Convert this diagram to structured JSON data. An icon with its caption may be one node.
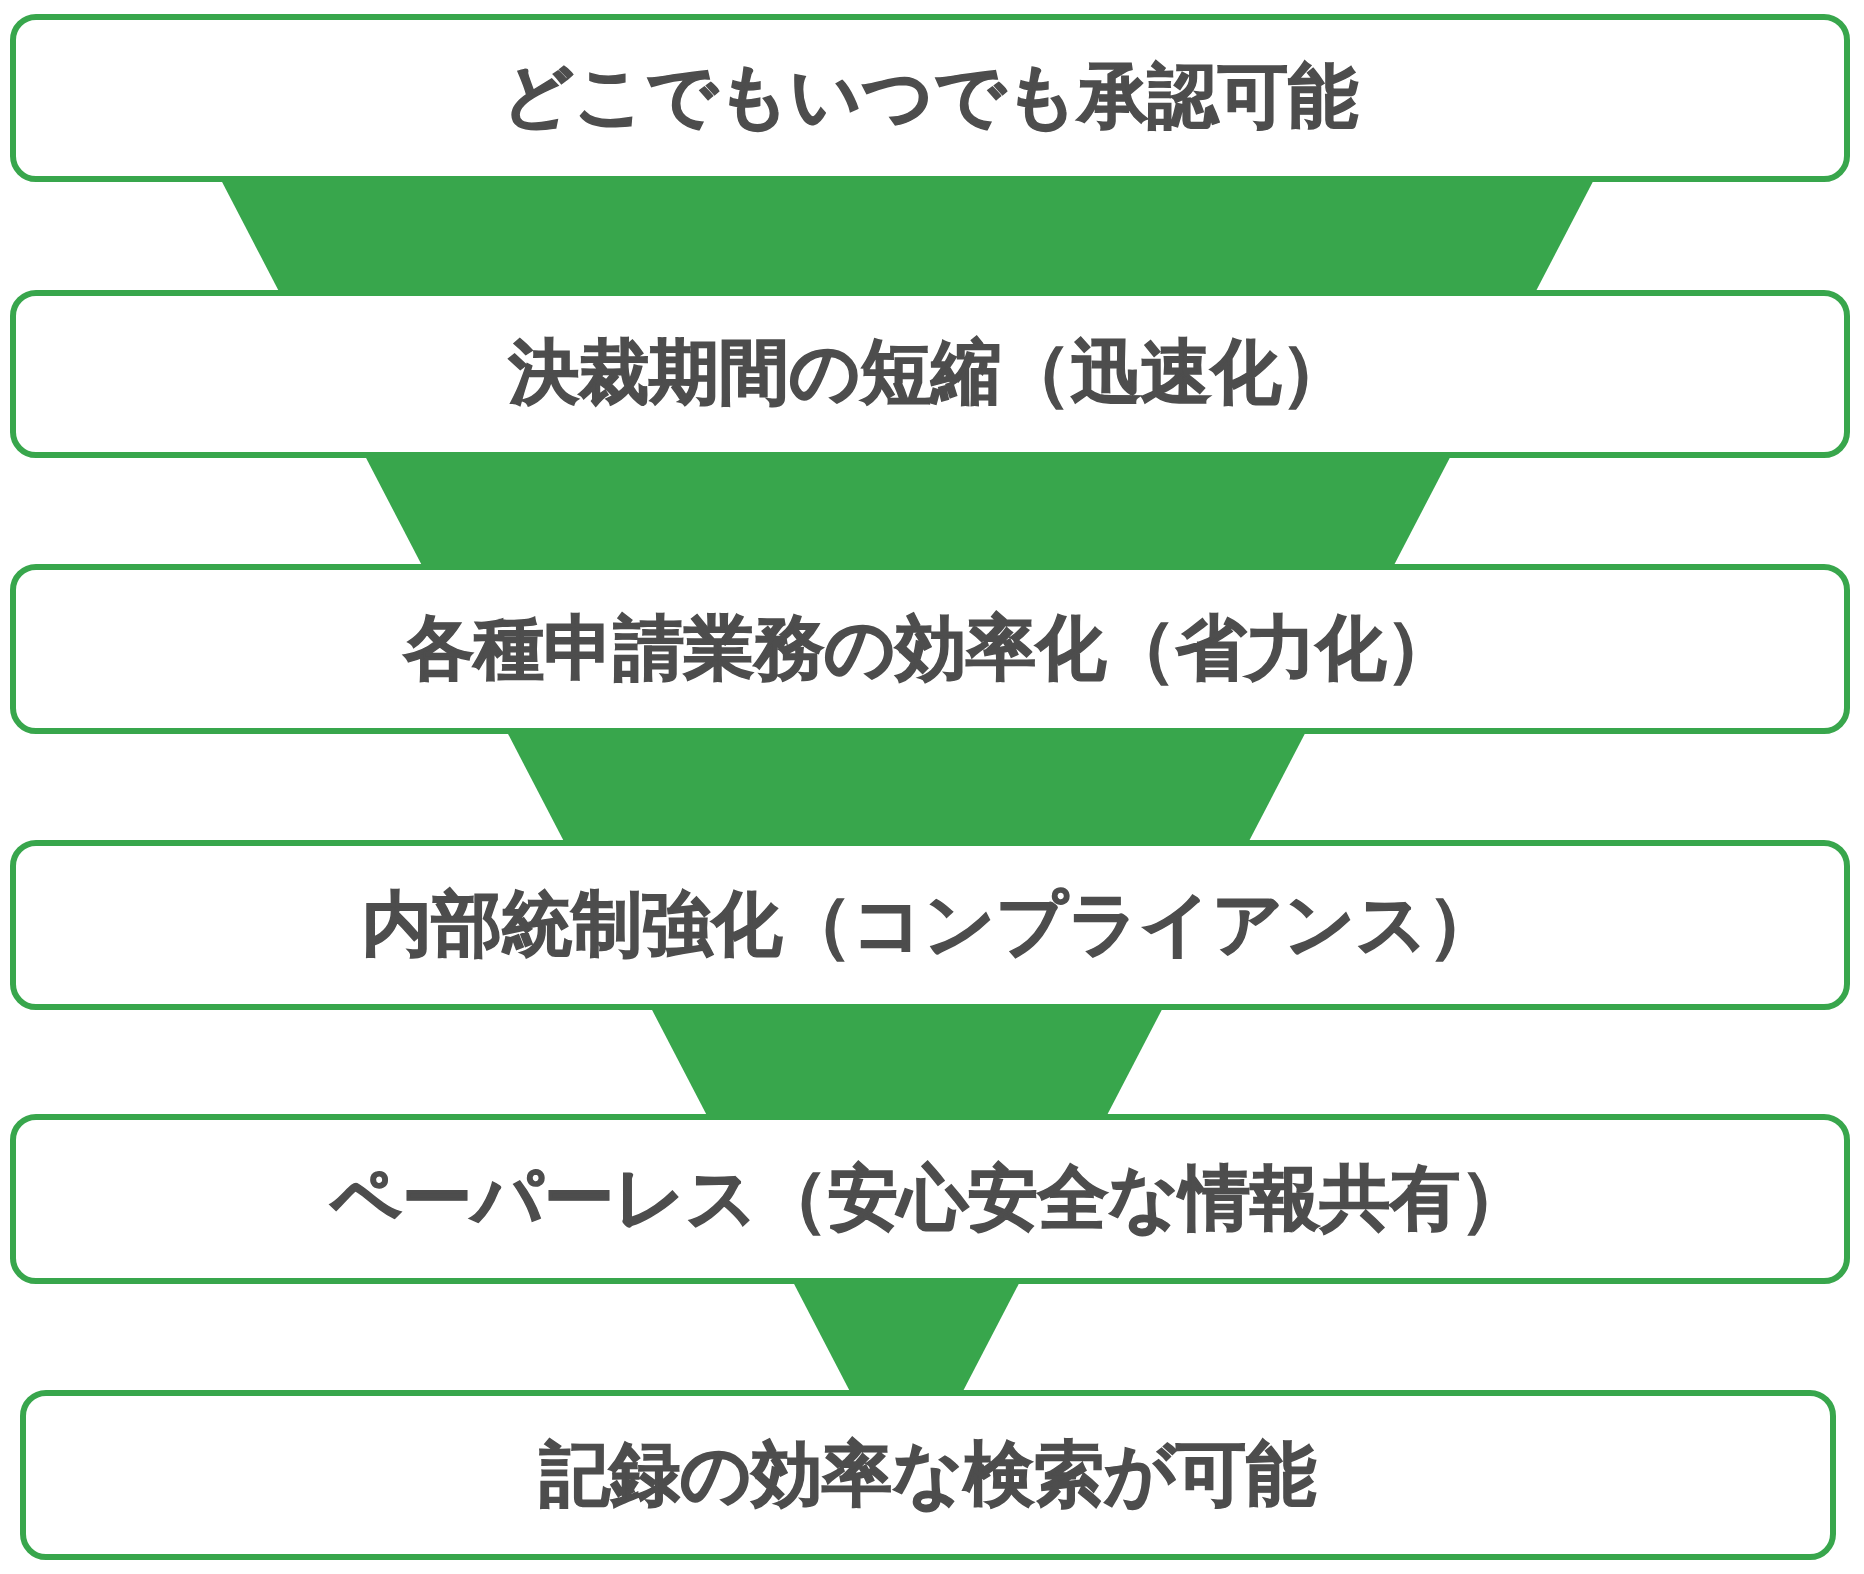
{
  "diagram": {
    "nodes": [
      {
        "text": [
          "どこでもいつでも承認可能"
        ]
      },
      {
        "text": [],
        "shape": "trapezoid"
      },
      {
        "text": [
          "決裁期間の短縮（迅速化）"
        ]
      },
      {
        "text": [],
        "shape": "trapezoid"
      },
      {
        "text": [
          "各種申請業務の効率化（省力化）"
        ]
      },
      {
        "text": [],
        "shape": "trapezoid"
      },
      {
        "text": [
          "内部統制強化（コンプライアンス）"
        ]
      },
      {
        "text": [],
        "shape": "trapezoid"
      },
      {
        "text": [
          "ペーパーレス（安心安全な情報共有）"
        ]
      },
      {
        "text": [],
        "shape": "trapezoid"
      },
      {
        "text": [
          "記録の効率な検索が可能"
        ]
      }
    ]
  }
}
